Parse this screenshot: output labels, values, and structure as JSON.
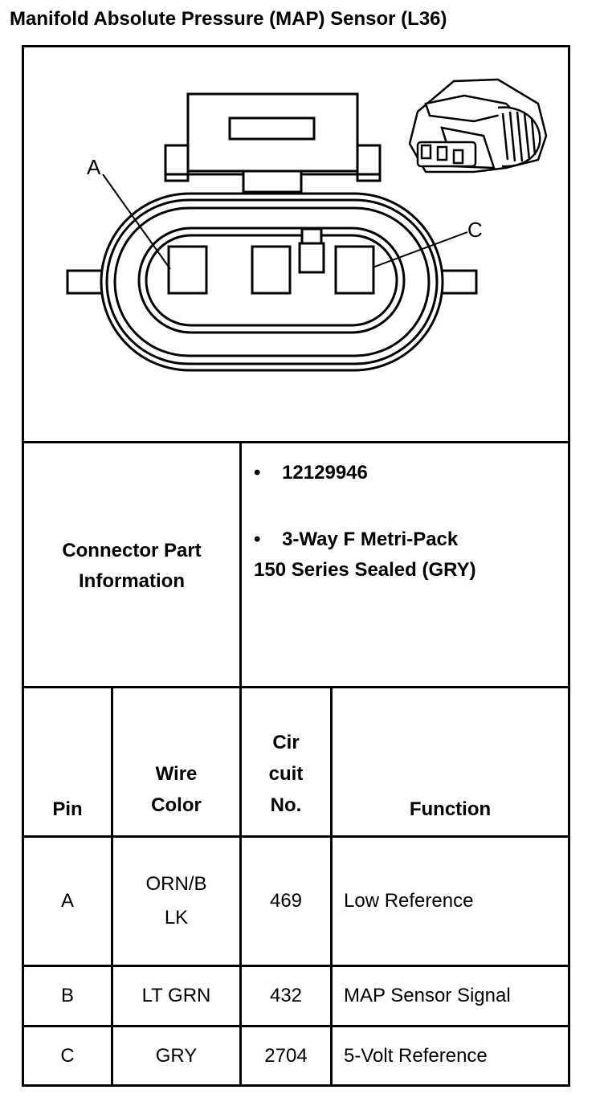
{
  "title": "Manifold Absolute Pressure (MAP) Sensor (L36)",
  "diagram": {
    "pin_label_a": "A",
    "pin_label_c": "C",
    "connector_icon": "connector-face-icon",
    "photo_icon": "connector-3d-icon"
  },
  "connector_info": {
    "label_line1": "Connector Part",
    "label_line2": "Information",
    "bullet_symbol": "•",
    "part_number": "12129946",
    "description_line1": "3-Way F Metri-Pack",
    "description_line2": "150 Series Sealed (GRY)"
  },
  "table": {
    "headers": {
      "pin": "Pin",
      "wire_line1": "Wire",
      "wire_line2": "Color",
      "circuit_line1": "Cir",
      "circuit_line2": "cuit",
      "circuit_line3": "No.",
      "function": "Function"
    },
    "rows": [
      {
        "pin": "A",
        "wire_line1": "ORN/B",
        "wire_line2": "LK",
        "circuit": "469",
        "function": "Low Reference"
      },
      {
        "pin": "B",
        "wire_line1": "LT GRN",
        "wire_line2": "",
        "circuit": "432",
        "function": "MAP Sensor Signal"
      },
      {
        "pin": "C",
        "wire_line1": "GRY",
        "wire_line2": "",
        "circuit": "2704",
        "function": "5-Volt Reference"
      }
    ]
  }
}
